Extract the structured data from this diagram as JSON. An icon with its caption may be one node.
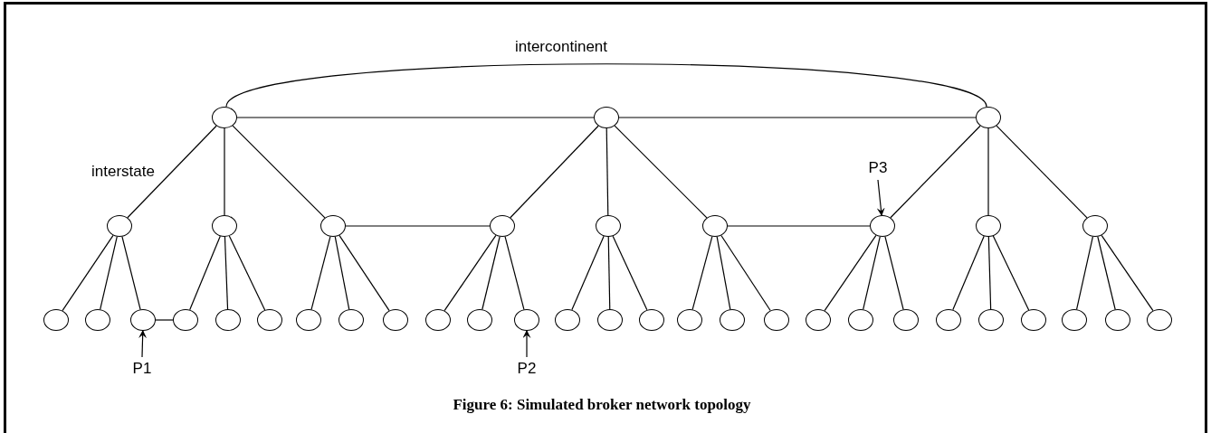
{
  "diagram": {
    "caption": "Figure 6: Simulated broker network topology",
    "nodes": [
      {
        "text": [],
        "shape": "circle"
      },
      {
        "text": [],
        "shape": "circle"
      },
      {
        "text": [],
        "shape": "circle"
      },
      {
        "text": [],
        "shape": "circle"
      },
      {
        "text": [],
        "shape": "circle"
      },
      {
        "text": [],
        "shape": "circle"
      },
      {
        "text": [],
        "shape": "circle"
      },
      {
        "text": [],
        "shape": "circle"
      },
      {
        "text": [],
        "shape": "circle"
      },
      {
        "text": [],
        "shape": "circle"
      },
      {
        "text": [],
        "shape": "circle"
      },
      {
        "text": [],
        "shape": "circle"
      },
      {
        "text": [],
        "shape": "circle"
      },
      {
        "text": [],
        "shape": "circle"
      },
      {
        "text": [],
        "shape": "circle"
      },
      {
        "text": [],
        "shape": "circle"
      },
      {
        "text": [],
        "shape": "circle"
      },
      {
        "text": [],
        "shape": "circle"
      },
      {
        "text": [],
        "shape": "circle"
      },
      {
        "text": [],
        "shape": "circle"
      },
      {
        "text": [],
        "shape": "circle"
      },
      {
        "text": [],
        "shape": "circle"
      },
      {
        "text": [],
        "shape": "circle"
      },
      {
        "text": [],
        "shape": "circle"
      },
      {
        "text": [],
        "shape": "circle"
      },
      {
        "text": [],
        "shape": "circle"
      },
      {
        "text": [],
        "shape": "circle"
      },
      {
        "text": [],
        "shape": "circle"
      },
      {
        "text": [],
        "shape": "circle"
      },
      {
        "text": [],
        "shape": "circle"
      },
      {
        "text": [],
        "shape": "circle"
      },
      {
        "text": [],
        "shape": "circle"
      },
      {
        "text": [],
        "shape": "circle"
      },
      {
        "text": [],
        "shape": "circle"
      },
      {
        "text": [],
        "shape": "circle"
      },
      {
        "text": [],
        "shape": "circle"
      },
      {
        "text": [],
        "shape": "circle"
      },
      {
        "text": [],
        "shape": "circle"
      },
      {
        "text": [],
        "shape": "circle"
      },
      {
        "text": [
          "P1"
        ]
      },
      {
        "text": [
          "P2"
        ]
      },
      {
        "text": [
          "P3"
        ]
      }
    ],
    "edges": [
      {
        "from": 0,
        "to": 1,
        "arrow": "none"
      },
      {
        "from": 1,
        "to": 2,
        "arrow": "none"
      },
      {
        "from": 0,
        "to": 2,
        "arrow": "none",
        "label": "intercontinent"
      },
      {
        "from": 0,
        "to": 3,
        "arrow": "none",
        "label": "interstate"
      },
      {
        "from": 0,
        "to": 4,
        "arrow": "none"
      },
      {
        "from": 0,
        "to": 5,
        "arrow": "none"
      },
      {
        "from": 1,
        "to": 6,
        "arrow": "none"
      },
      {
        "from": 1,
        "to": 7,
        "arrow": "none"
      },
      {
        "from": 1,
        "to": 8,
        "arrow": "none"
      },
      {
        "from": 2,
        "to": 9,
        "arrow": "none"
      },
      {
        "from": 2,
        "to": 10,
        "arrow": "none"
      },
      {
        "from": 2,
        "to": 11,
        "arrow": "none"
      },
      {
        "from": 5,
        "to": 6,
        "arrow": "none"
      },
      {
        "from": 8,
        "to": 9,
        "arrow": "none"
      },
      {
        "from": 3,
        "to": 12,
        "arrow": "none"
      },
      {
        "from": 3,
        "to": 13,
        "arrow": "none"
      },
      {
        "from": 3,
        "to": 14,
        "arrow": "none"
      },
      {
        "from": 4,
        "to": 15,
        "arrow": "none"
      },
      {
        "from": 4,
        "to": 16,
        "arrow": "none"
      },
      {
        "from": 4,
        "to": 17,
        "arrow": "none"
      },
      {
        "from": 5,
        "to": 18,
        "arrow": "none"
      },
      {
        "from": 5,
        "to": 19,
        "arrow": "none"
      },
      {
        "from": 5,
        "to": 20,
        "arrow": "none"
      },
      {
        "from": 6,
        "to": 21,
        "arrow": "none"
      },
      {
        "from": 6,
        "to": 22,
        "arrow": "none"
      },
      {
        "from": 6,
        "to": 23,
        "arrow": "none"
      },
      {
        "from": 7,
        "to": 24,
        "arrow": "none"
      },
      {
        "from": 7,
        "to": 25,
        "arrow": "none"
      },
      {
        "from": 7,
        "to": 26,
        "arrow": "none"
      },
      {
        "from": 8,
        "to": 27,
        "arrow": "none"
      },
      {
        "from": 8,
        "to": 28,
        "arrow": "none"
      },
      {
        "from": 8,
        "to": 29,
        "arrow": "none"
      },
      {
        "from": 9,
        "to": 30,
        "arrow": "none"
      },
      {
        "from": 9,
        "to": 31,
        "arrow": "none"
      },
      {
        "from": 9,
        "to": 32,
        "arrow": "none"
      },
      {
        "from": 10,
        "to": 33,
        "arrow": "none"
      },
      {
        "from": 10,
        "to": 34,
        "arrow": "none"
      },
      {
        "from": 10,
        "to": 35,
        "arrow": "none"
      },
      {
        "from": 11,
        "to": 36,
        "arrow": "none"
      },
      {
        "from": 11,
        "to": 37,
        "arrow": "none"
      },
      {
        "from": 11,
        "to": 38,
        "arrow": "none"
      },
      {
        "from": 14,
        "to": 15,
        "arrow": "none"
      },
      {
        "from": 39,
        "to": 14,
        "arrow": "to"
      },
      {
        "from": 40,
        "to": 23,
        "arrow": "to"
      },
      {
        "from": 41,
        "to": 9,
        "arrow": "to"
      }
    ]
  }
}
